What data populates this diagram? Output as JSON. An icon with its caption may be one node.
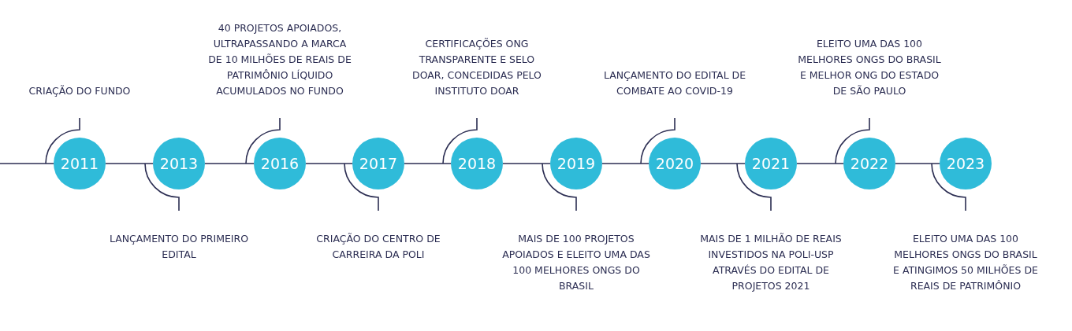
{
  "diagram": {
    "nodes": [
      {
        "text": [
          "2011"
        ]
      },
      {
        "text": [
          "2013"
        ]
      },
      {
        "text": [
          "2016"
        ]
      },
      {
        "text": [
          "2017"
        ]
      },
      {
        "text": [
          "2018"
        ]
      },
      {
        "text": [
          "2019"
        ]
      },
      {
        "text": [
          "2020"
        ]
      },
      {
        "text": [
          "2021"
        ]
      },
      {
        "text": [
          "2022"
        ]
      },
      {
        "text": [
          "2023"
        ]
      },
      {
        "text": [
          "CRIAÇÃO DO FUNDO"
        ]
      },
      {
        "text": [
          "LANÇAMENTO DO PRIMEIRO EDITAL"
        ]
      },
      {
        "text": [
          "40 PROJETOS APOIADOS, ULTRAPASSANDO A MARCA DE 10 MILHÕES DE REAIS DE PATRIMÔNIO LÍQUIDO ACUMULADOS NO FUNDO"
        ]
      },
      {
        "text": [
          "CRIAÇÃO DO CENTRO DE CARREIRA DA POLI"
        ]
      },
      {
        "text": [
          "CERTIFICAÇÕES ONG TRANSPARENTE E SELO DOAR, CONCEDIDAS PELO INSTITUTO DOAR"
        ]
      },
      {
        "text": [
          "MAIS DE 100 PROJETOS APOIADOS E ELEITO UMA DAS 100 MELHORES ONGS DO BRASIL"
        ]
      },
      {
        "text": [
          "LANÇAMENTO DO EDITAL DE COMBATE AO COVID-19"
        ]
      },
      {
        "text": [
          "MAIS DE 1 MILHÃO DE REAIS INVESTIDOS NA POLI-USP ATRAVÉS DO EDITAL DE PROJETOS 2021"
        ]
      },
      {
        "text": [
          "ELEITO UMA DAS 100 MELHORES ONGS DO BRASIL E MELHOR ONG DO ESTADO DE SÃO PAULO"
        ]
      },
      {
        "text": [
          "ELEITO UMA DAS 100 MELHORES ONGS DO BRASIL E ATINGIMOS 50 MILHÕES DE REAIS DE PATRIMÔNIO"
        ]
      }
    ],
    "edges": [
      {
        "from": null,
        "to": 0,
        "arrow": "none"
      },
      {
        "from": 0,
        "to": 1,
        "arrow": "none"
      },
      {
        "from": 1,
        "to": 2,
        "arrow": "none"
      },
      {
        "from": 2,
        "to": 3,
        "arrow": "none"
      },
      {
        "from": 3,
        "to": 4,
        "arrow": "none"
      },
      {
        "from": 4,
        "to": 5,
        "arrow": "none"
      },
      {
        "from": 5,
        "to": 6,
        "arrow": "none"
      },
      {
        "from": 6,
        "to": 7,
        "arrow": "none"
      },
      {
        "from": 7,
        "to": 8,
        "arrow": "none"
      },
      {
        "from": 8,
        "to": 9,
        "arrow": "none"
      },
      {
        "from": 10,
        "to": 0,
        "arrow": "none"
      },
      {
        "from": 11,
        "to": 1,
        "arrow": "none"
      },
      {
        "from": 12,
        "to": 2,
        "arrow": "none"
      },
      {
        "from": 13,
        "to": 3,
        "arrow": "none"
      },
      {
        "from": 14,
        "to": 4,
        "arrow": "none"
      },
      {
        "from": 15,
        "to": 5,
        "arrow": "none"
      },
      {
        "from": 16,
        "to": 6,
        "arrow": "none"
      },
      {
        "from": 17,
        "to": 7,
        "arrow": "none"
      },
      {
        "from": 18,
        "to": 8,
        "arrow": "none"
      },
      {
        "from": 19,
        "to": 9,
        "arrow": "none"
      }
    ]
  }
}
